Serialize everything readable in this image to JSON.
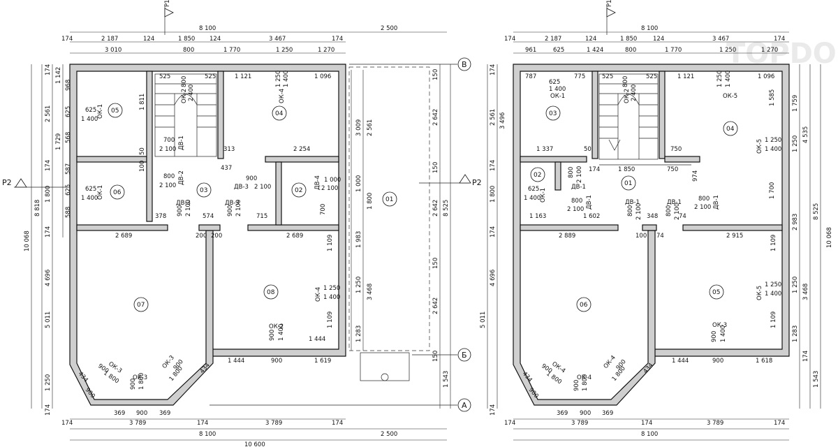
{
  "sheet": {
    "section_marks": [
      "P1",
      "P2"
    ],
    "axis_marks": [
      "В",
      "Б",
      "А"
    ],
    "watermark": "TOPDOM"
  },
  "plan_left": {
    "top_total": "8 100",
    "top_annex": "2 500",
    "top_row1": [
      "174",
      "2 187",
      "124",
      "1 850",
      "124",
      "3 467",
      "174"
    ],
    "top_row2": [
      "3 010",
      "800",
      "1 770",
      "1 250",
      "1 270"
    ],
    "bottom_row1": [
      "174",
      "3 789",
      "174",
      "3 789",
      "174"
    ],
    "bottom_total": "8 100",
    "bottom_annex": "2 500",
    "bottom_overall": "10 600",
    "left_dims": [
      "174",
      "1 142",
      "2 561",
      "174",
      "1 800",
      "174",
      "4 696",
      "1 250",
      "174"
    ],
    "left_dims2": [
      "968",
      "625",
      "568",
      "1 729",
      "587",
      "625",
      "588"
    ],
    "left_totals": [
      "8 818",
      "10 068",
      "5 011"
    ],
    "right_dims": [
      "3 009",
      "2 561",
      "1 000",
      "1 800",
      "1 983",
      "1 109",
      "1 250",
      "3 468",
      "1 109",
      "1 283"
    ],
    "annex_dims": [
      "150",
      "2 642",
      "150",
      "2 642",
      "150",
      "2 642",
      "150",
      "8 525",
      "1 543"
    ],
    "rooms": [
      "01",
      "02",
      "03",
      "04",
      "05",
      "06",
      "07",
      "08"
    ],
    "windows": [
      {
        "code": "ОК-1",
        "size": "625",
        "h": "1 400"
      },
      {
        "code": "ОК-1",
        "size": "625",
        "h": "1 400"
      },
      {
        "code": "ОК-2",
        "size": "800",
        "h": "2 400"
      },
      {
        "code": "ОК-4",
        "size": "1 250",
        "h": "1 400"
      },
      {
        "code": "ОК-4",
        "size": "1 250",
        "h": "1 400"
      },
      {
        "code": "ОК-2",
        "size": "900",
        "h": "1 400"
      },
      {
        "code": "ОК-3",
        "size": "900",
        "h": "1 800"
      },
      {
        "code": "ОК-3",
        "size": "900",
        "h": "1 800"
      },
      {
        "code": "ОК-3",
        "size": "900",
        "h": "1 800"
      }
    ],
    "doors": [
      {
        "code": "ДВ-1",
        "size": "700",
        "h": "2 100"
      },
      {
        "code": "ДВ-2",
        "size": "800",
        "h": "2 100"
      },
      {
        "code": "ДВ-3",
        "size": "900",
        "h": "2 100"
      },
      {
        "code": "ДВ-4",
        "size": "1 000",
        "h": "2 100"
      },
      {
        "code": "ДВ-3",
        "size": "900",
        "h": "2 100"
      },
      {
        "code": "ДВ-3",
        "size": "900",
        "h": "2 100"
      }
    ],
    "inner": [
      "525",
      "525",
      "1 121",
      "1 096",
      "1 811",
      "313",
      "2 254",
      "437",
      "378",
      "574",
      "715",
      "2 689",
      "2 689",
      "200",
      "200",
      "1 444",
      "1 444",
      "900",
      "1 619",
      "369",
      "900",
      "369",
      "434",
      "434",
      "900",
      "700",
      "50",
      "100"
    ]
  },
  "plan_right": {
    "top_total": "8 100",
    "top_row1": [
      "174",
      "2 187",
      "124",
      "1 850",
      "124",
      "3 467",
      "174"
    ],
    "top_row2": [
      "961",
      "625",
      "1 424",
      "800",
      "1 770",
      "1 250",
      "1 270"
    ],
    "bottom_row1": [
      "174",
      "3 789",
      "174",
      "3 789",
      "174"
    ],
    "bottom_total": "8 100",
    "left_dims": [
      "174",
      "3 496",
      "2 561",
      "174",
      "1 800",
      "174",
      "4 696",
      "5 011",
      "174"
    ],
    "right_dims": [
      "1 759",
      "4 535",
      "1 250",
      "2 983",
      "8 525",
      "10 068",
      "1 109",
      "1 250",
      "3 468",
      "1 109",
      "1 283",
      "174",
      "1 543"
    ],
    "rooms": [
      "01",
      "02",
      "03",
      "04",
      "05",
      "06"
    ],
    "windows": [
      {
        "code": "ОК-1",
        "size": "625",
        "h": "1 400"
      },
      {
        "code": "ОК-2",
        "size": "800",
        "h": "2 400"
      },
      {
        "code": "ОК-5",
        "size": "1 250",
        "h": "1 400"
      },
      {
        "code": "ОК-5",
        "size": "1 250",
        "h": "1 400"
      },
      {
        "code": "ОК-5",
        "size": "1 250",
        "h": "1 400"
      },
      {
        "code": "ОК-1",
        "size": "625",
        "h": "1 400"
      },
      {
        "code": "ОК-3",
        "size": "900",
        "h": "1 400"
      },
      {
        "code": "ОК-4",
        "size": "900",
        "h": "1 800"
      },
      {
        "code": "ОК-4",
        "size": "900",
        "h": "1 800"
      },
      {
        "code": "ОК-4",
        "size": "900",
        "h": "1 800"
      }
    ],
    "doors": [
      {
        "code": "ДВ-1",
        "size": "800",
        "h": "2 100"
      },
      {
        "code": "ДВ-1",
        "size": "800",
        "h": "2 100"
      },
      {
        "code": "ДВ-1",
        "size": "800",
        "h": "2 100"
      },
      {
        "code": "ДВ-1",
        "size": "800",
        "h": "2 100"
      },
      {
        "code": "ДВ-1",
        "size": "800",
        "h": "2 100"
      }
    ],
    "inner": [
      "787",
      "775",
      "525",
      "525",
      "1 121",
      "1 096",
      "1 585",
      "1 337",
      "50",
      "174",
      "1 850",
      "750",
      "750",
      "974",
      "1 163",
      "1 602",
      "348",
      "74",
      "1 700",
      "2 889",
      "2 915",
      "100",
      "74",
      "1 444",
      "900",
      "1 618",
      "369",
      "900",
      "369",
      "434",
      "434",
      "900"
    ]
  }
}
